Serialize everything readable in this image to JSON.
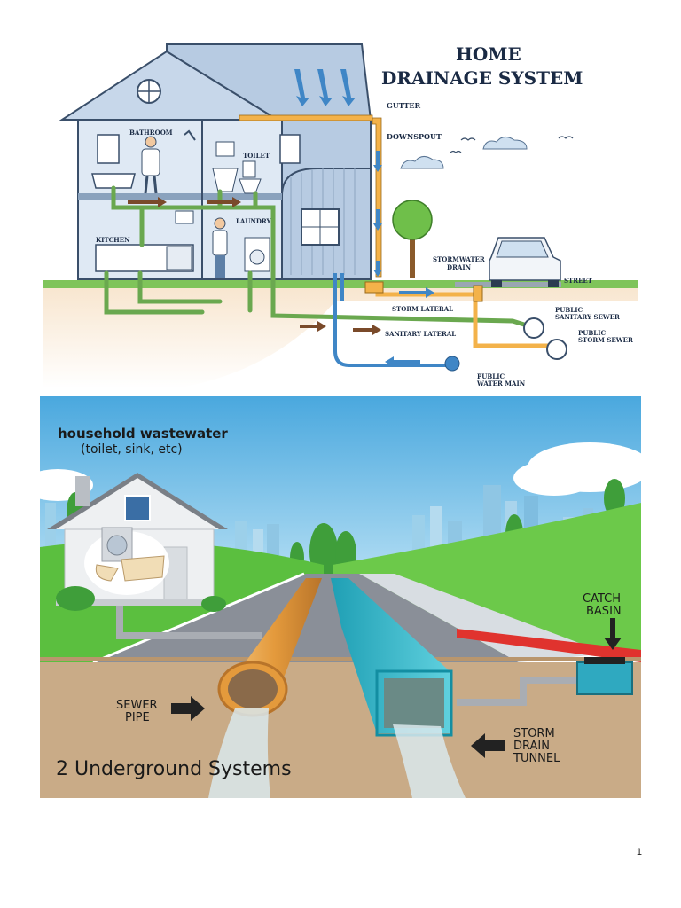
{
  "top": {
    "title_line1": "HOME",
    "title_line2": "DRAINAGE SYSTEM",
    "labels": {
      "gutter": "GUTTER",
      "downspout": "DOWNSPOUT",
      "bathroom": "BATHROOM",
      "toilet": "TOILET",
      "laundry": "LAUNDRY",
      "kitchen": "KITCHEN",
      "stormwater_drain_1": "STORMWATER",
      "stormwater_drain_2": "DRAIN",
      "street": "STREET",
      "storm_lateral": "STORM LATERAL",
      "sanitary_lateral": "SANITARY LATERAL",
      "public_sanitary_1": "PUBLIC",
      "public_sanitary_2": "SANITARY SEWER",
      "public_storm_1": "PUBLIC",
      "public_storm_2": "STORM SEWER",
      "water_main_1": "PUBLIC",
      "water_main_2": "WATER MAIN"
    }
  },
  "bottom": {
    "household_title": "household wastewater",
    "household_sub": "(toilet, sink, etc)",
    "catch_basin_1": "CATCH",
    "catch_basin_2": "BASIN",
    "sewer_pipe_1": "SEWER",
    "sewer_pipe_2": "PIPE",
    "storm_tunnel_1": "STORM",
    "storm_tunnel_2": "DRAIN",
    "storm_tunnel_3": "TUNNEL",
    "systems_title": "2 Underground Systems"
  },
  "page_number": "1",
  "colors": {
    "sky": "#5cb8e6",
    "grass": "#4caf3a",
    "soil": "#c9ab87",
    "sewer_pipe": "#e6a54a",
    "storm_tunnel": "#3fb6c8",
    "house_blue": "#a9c3dd"
  }
}
